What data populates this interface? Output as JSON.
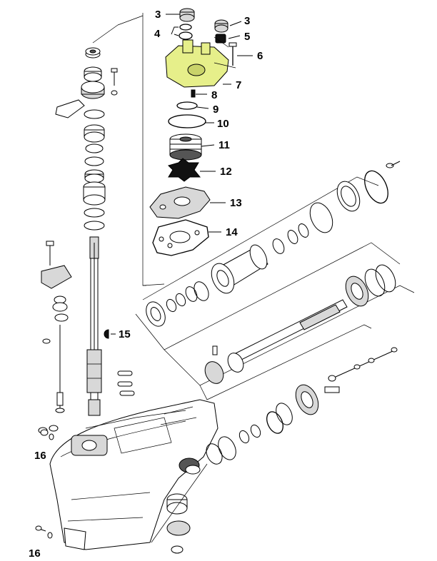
{
  "diagram": {
    "accent_color": "#e6ef8a",
    "callouts": [
      {
        "id": "c3a",
        "label": "3"
      },
      {
        "id": "c3b",
        "label": "3"
      },
      {
        "id": "c4",
        "label": "4"
      },
      {
        "id": "c5",
        "label": "5"
      },
      {
        "id": "c6",
        "label": "6"
      },
      {
        "id": "c7",
        "label": "7"
      },
      {
        "id": "c8",
        "label": "8"
      },
      {
        "id": "c9",
        "label": "9"
      },
      {
        "id": "c10",
        "label": "10"
      },
      {
        "id": "c11",
        "label": "11"
      },
      {
        "id": "c12",
        "label": "12"
      },
      {
        "id": "c13",
        "label": "13"
      },
      {
        "id": "c14",
        "label": "14"
      },
      {
        "id": "c15",
        "label": "15"
      },
      {
        "id": "c16a",
        "label": "16"
      },
      {
        "id": "c16b",
        "label": "16"
      }
    ]
  }
}
